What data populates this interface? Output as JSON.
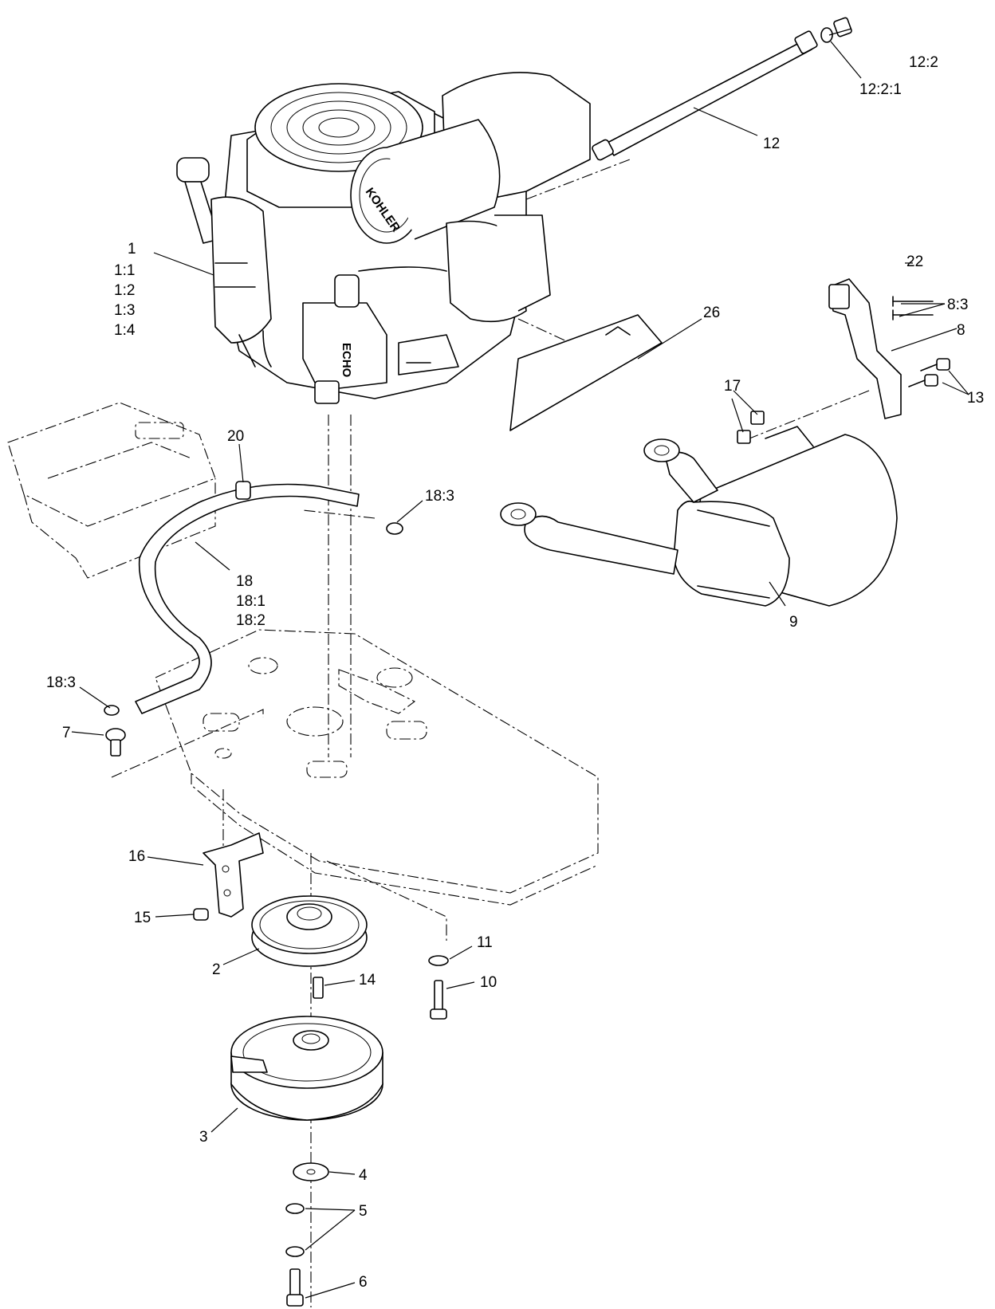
{
  "brand": {
    "engine": "KOHLER",
    "cover": "ECHO"
  },
  "callouts": {
    "c1": "1",
    "c1_1": "1:1",
    "c1_2": "1:2",
    "c1_3": "1:3",
    "c1_4": "1:4",
    "c2": "2",
    "c3": "3",
    "c4": "4",
    "c5": "5",
    "c6": "6",
    "c7": "7",
    "c8": "8",
    "c8_3": "8:3",
    "c9": "9",
    "c10": "10",
    "c11": "11",
    "c12": "12",
    "c12_2": "12:2",
    "c12_2_1": "12:2:1",
    "c13": "13",
    "c14": "14",
    "c15": "15",
    "c16": "16",
    "c17": "17",
    "c18": "18",
    "c18_1": "18:1",
    "c18_2": "18:2",
    "c18_3a": "18:3",
    "c18_3b": "18:3",
    "c20": "20",
    "c22": "22",
    "c26": "26"
  }
}
